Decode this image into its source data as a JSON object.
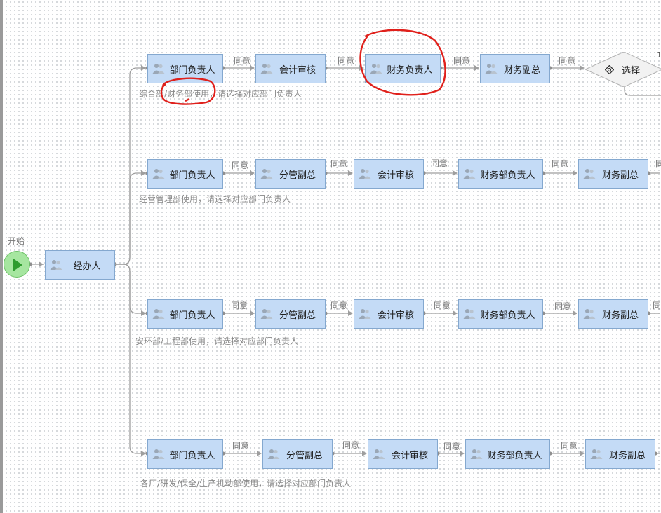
{
  "start": {
    "label": "开始"
  },
  "handler": {
    "label": "经办人"
  },
  "edge_label": "同意",
  "gateway": {
    "label": "选择",
    "count": "1"
  },
  "rows": [
    {
      "nodes": [
        "部门负责人",
        "会计审核",
        "财务负责人",
        "财务副总"
      ],
      "hint": "综合部/财务部使用，请选择对应部门负责人"
    },
    {
      "nodes": [
        "部门负责人",
        "分管副总",
        "会计审核",
        "财务部负责人",
        "财务副总"
      ],
      "hint": "经营管理部使用，请选择对应部门负责人"
    },
    {
      "nodes": [
        "部门负责人",
        "分管副总",
        "会计审核",
        "财务部负责人",
        "财务副总"
      ],
      "hint": "安环部/工程部使用，请选择对应部门负责人"
    },
    {
      "nodes": [
        "部门负责人",
        "分管副总",
        "会计审核",
        "财务部负责人",
        "财务副总"
      ],
      "hint": "各厂/研发/保全/生产机动部使用，请选择对应部门负责人"
    }
  ],
  "colors": {
    "node_fill": "#c4dbf6",
    "node_border": "#84a8cf",
    "edge": "#9e9e9e",
    "annotation": "#e0201b",
    "start_fill": "#a6e6a0"
  }
}
